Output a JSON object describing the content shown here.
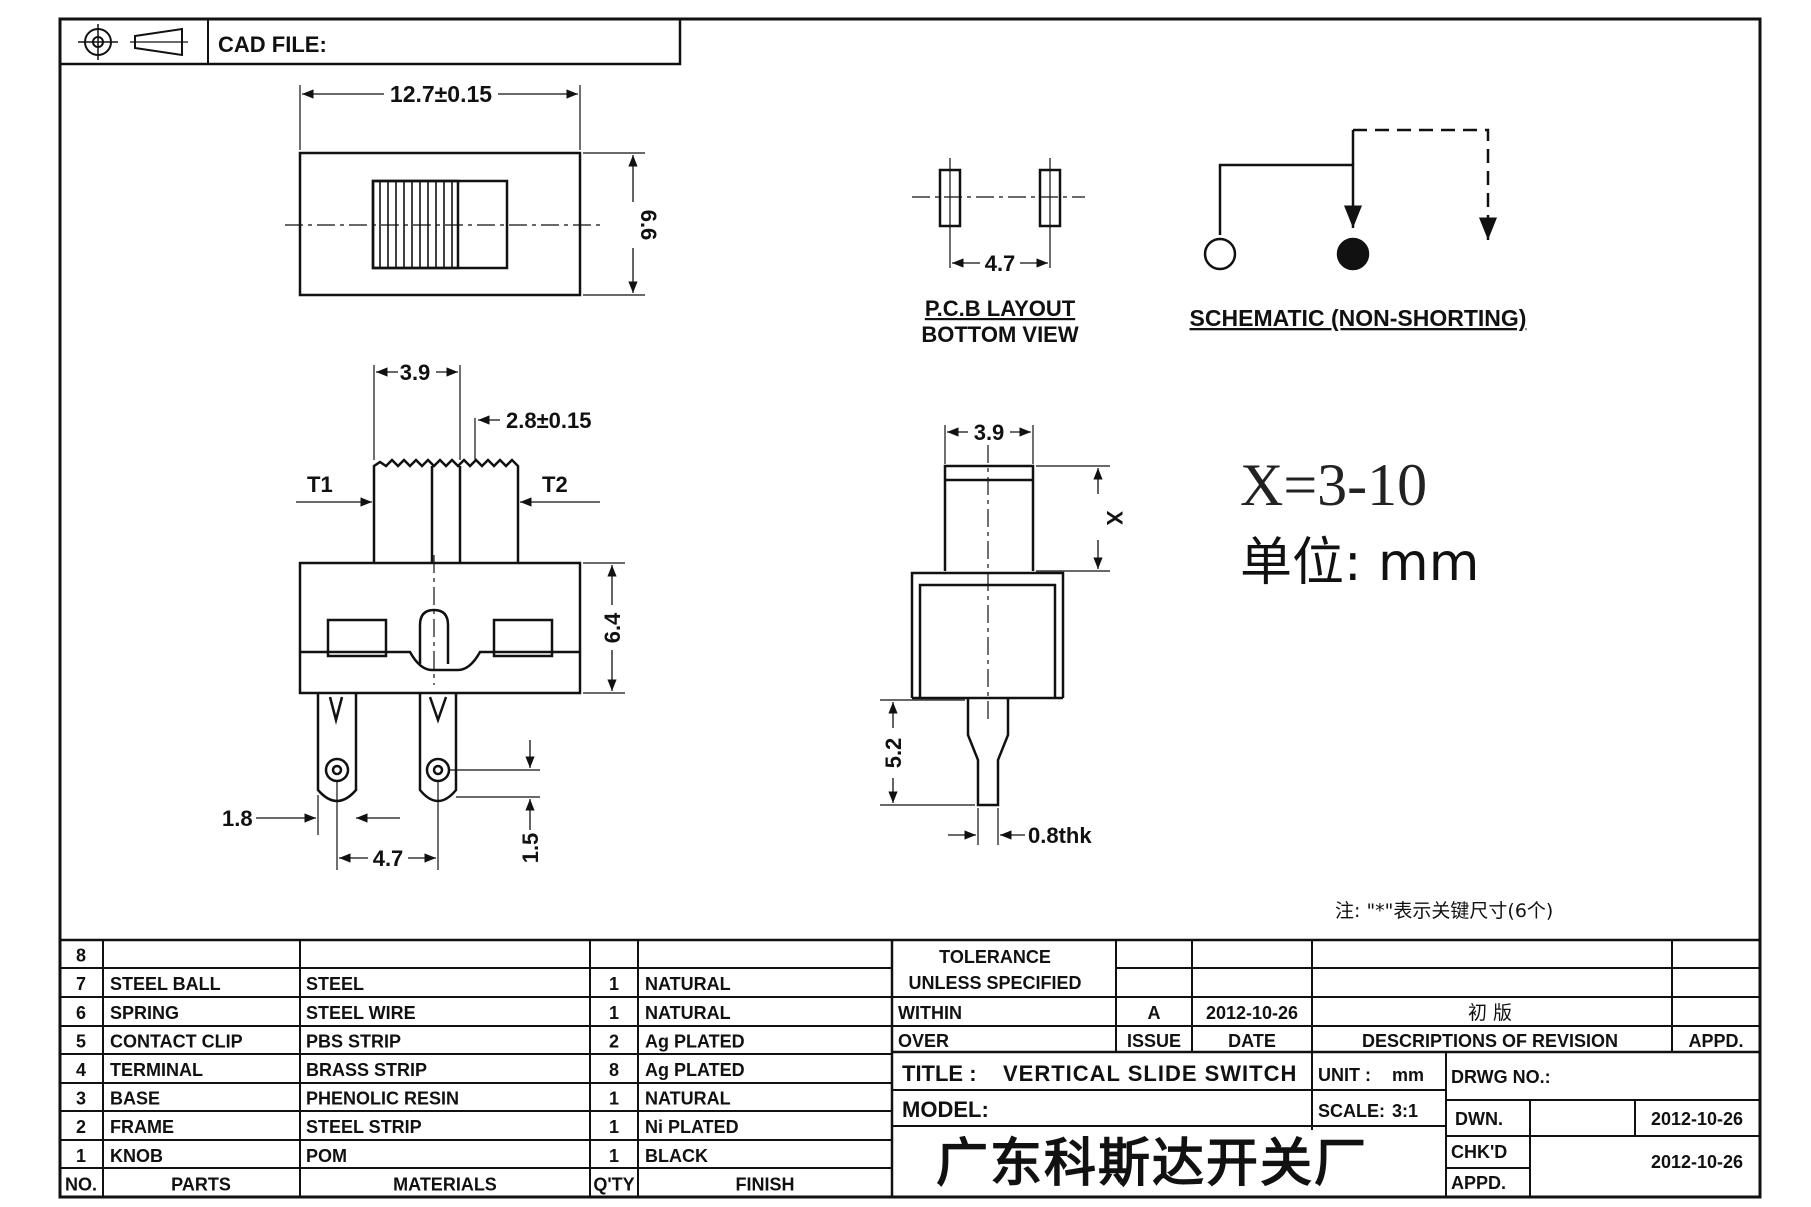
{
  "header": {
    "cad_file_label": "CAD FILE:"
  },
  "dims": {
    "overall_length": "12.7±0.15",
    "overall_height": "6.6",
    "knob_width_front": "3.9",
    "actuator_pitch": "2.8±0.15",
    "terminal_t1": "T1",
    "terminal_t2": "T2",
    "body_height": "6.4",
    "terminal_width": "1.8",
    "terminal_pitch": "4.7",
    "hole_offset": "1.5",
    "pcb_pitch": "4.7",
    "side_knob_width": "3.9",
    "side_knob_height": "X",
    "pin_length": "5.2",
    "pin_thickness": "0.8thk"
  },
  "pcb": {
    "title": "P.C.B LAYOUT",
    "subtitle": "BOTTOM VIEW"
  },
  "schematic": {
    "caption": "SCHEMATIC (NON-SHORTING)"
  },
  "notes": {
    "x_range": "X=3-10",
    "unit": "单位: mm",
    "key_note": "注: \"*\"表示关键尺寸(6个)"
  },
  "bom": {
    "header": {
      "no": "NO.",
      "parts": "PARTS",
      "materials": "MATERIALS",
      "qty": "Q'TY",
      "finish": "FINISH"
    },
    "rows": [
      {
        "no": "8",
        "part": "",
        "material": "",
        "qty": "",
        "finish": ""
      },
      {
        "no": "7",
        "part": "STEEL BALL",
        "material": "STEEL",
        "qty": "1",
        "finish": "NATURAL"
      },
      {
        "no": "6",
        "part": "SPRING",
        "material": "STEEL WIRE",
        "qty": "1",
        "finish": "NATURAL"
      },
      {
        "no": "5",
        "part": "CONTACT CLIP",
        "material": "PBS STRIP",
        "qty": "2",
        "finish": "Ag PLATED"
      },
      {
        "no": "4",
        "part": "TERMINAL",
        "material": "BRASS STRIP",
        "qty": "8",
        "finish": "Ag PLATED"
      },
      {
        "no": "3",
        "part": "BASE",
        "material": "PHENOLIC RESIN",
        "qty": "1",
        "finish": "NATURAL"
      },
      {
        "no": "2",
        "part": "FRAME",
        "material": "STEEL STRIP",
        "qty": "1",
        "finish": "Ni PLATED"
      },
      {
        "no": "1",
        "part": "KNOB",
        "material": "POM",
        "qty": "1",
        "finish": "BLACK"
      }
    ]
  },
  "tolerance": {
    "line1": "TOLERANCE",
    "line2": "UNLESS  SPECIFIED",
    "within": "WITHIN",
    "over": "OVER"
  },
  "revision": {
    "issue": "A",
    "date": "2012-10-26",
    "description": "初  版",
    "issue_label": "ISSUE",
    "date_label": "DATE",
    "desc_label": "DESCRIPTIONS OF REVISION",
    "appd_label": "APPD."
  },
  "title_block": {
    "title_label": "TITLE :",
    "title": "VERTICAL SLIDE SWITCH",
    "model_label": "MODEL:",
    "unit_label": "UNIT :",
    "unit": "mm",
    "scale_label": "SCALE:",
    "scale": "3:1",
    "drwg_label": "DRWG NO.:",
    "dwn_label": "DWN.",
    "dwn_date": "2012-10-26",
    "chkd_label": "CHK'D",
    "chkd_date": "2012-10-26",
    "appd_label": "APPD.",
    "company": "广东科斯达开关厂"
  }
}
